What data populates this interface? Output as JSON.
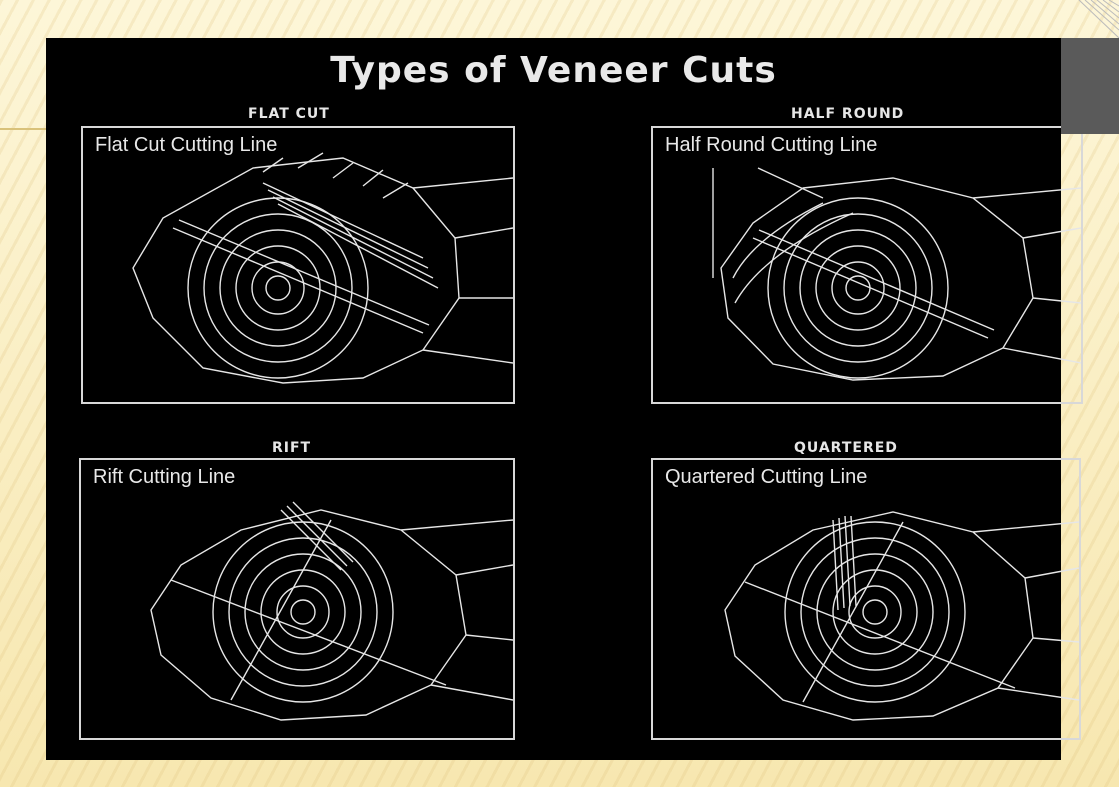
{
  "slide": {
    "title": "Types of Veneer Cuts"
  },
  "cuts": [
    {
      "heading": "FLAT CUT",
      "label": "Flat Cut Cutting Line"
    },
    {
      "heading": "HALF ROUND",
      "label": "Half Round Cutting Line"
    },
    {
      "heading": "RIFT",
      "label": "Rift Cutting Line"
    },
    {
      "heading": "QUARTERED",
      "label": "Quartered Cutting Line"
    }
  ],
  "colors": {
    "slide_background": "#fbf0c8",
    "panel": "#000000",
    "linework": "#e6e6e6"
  }
}
